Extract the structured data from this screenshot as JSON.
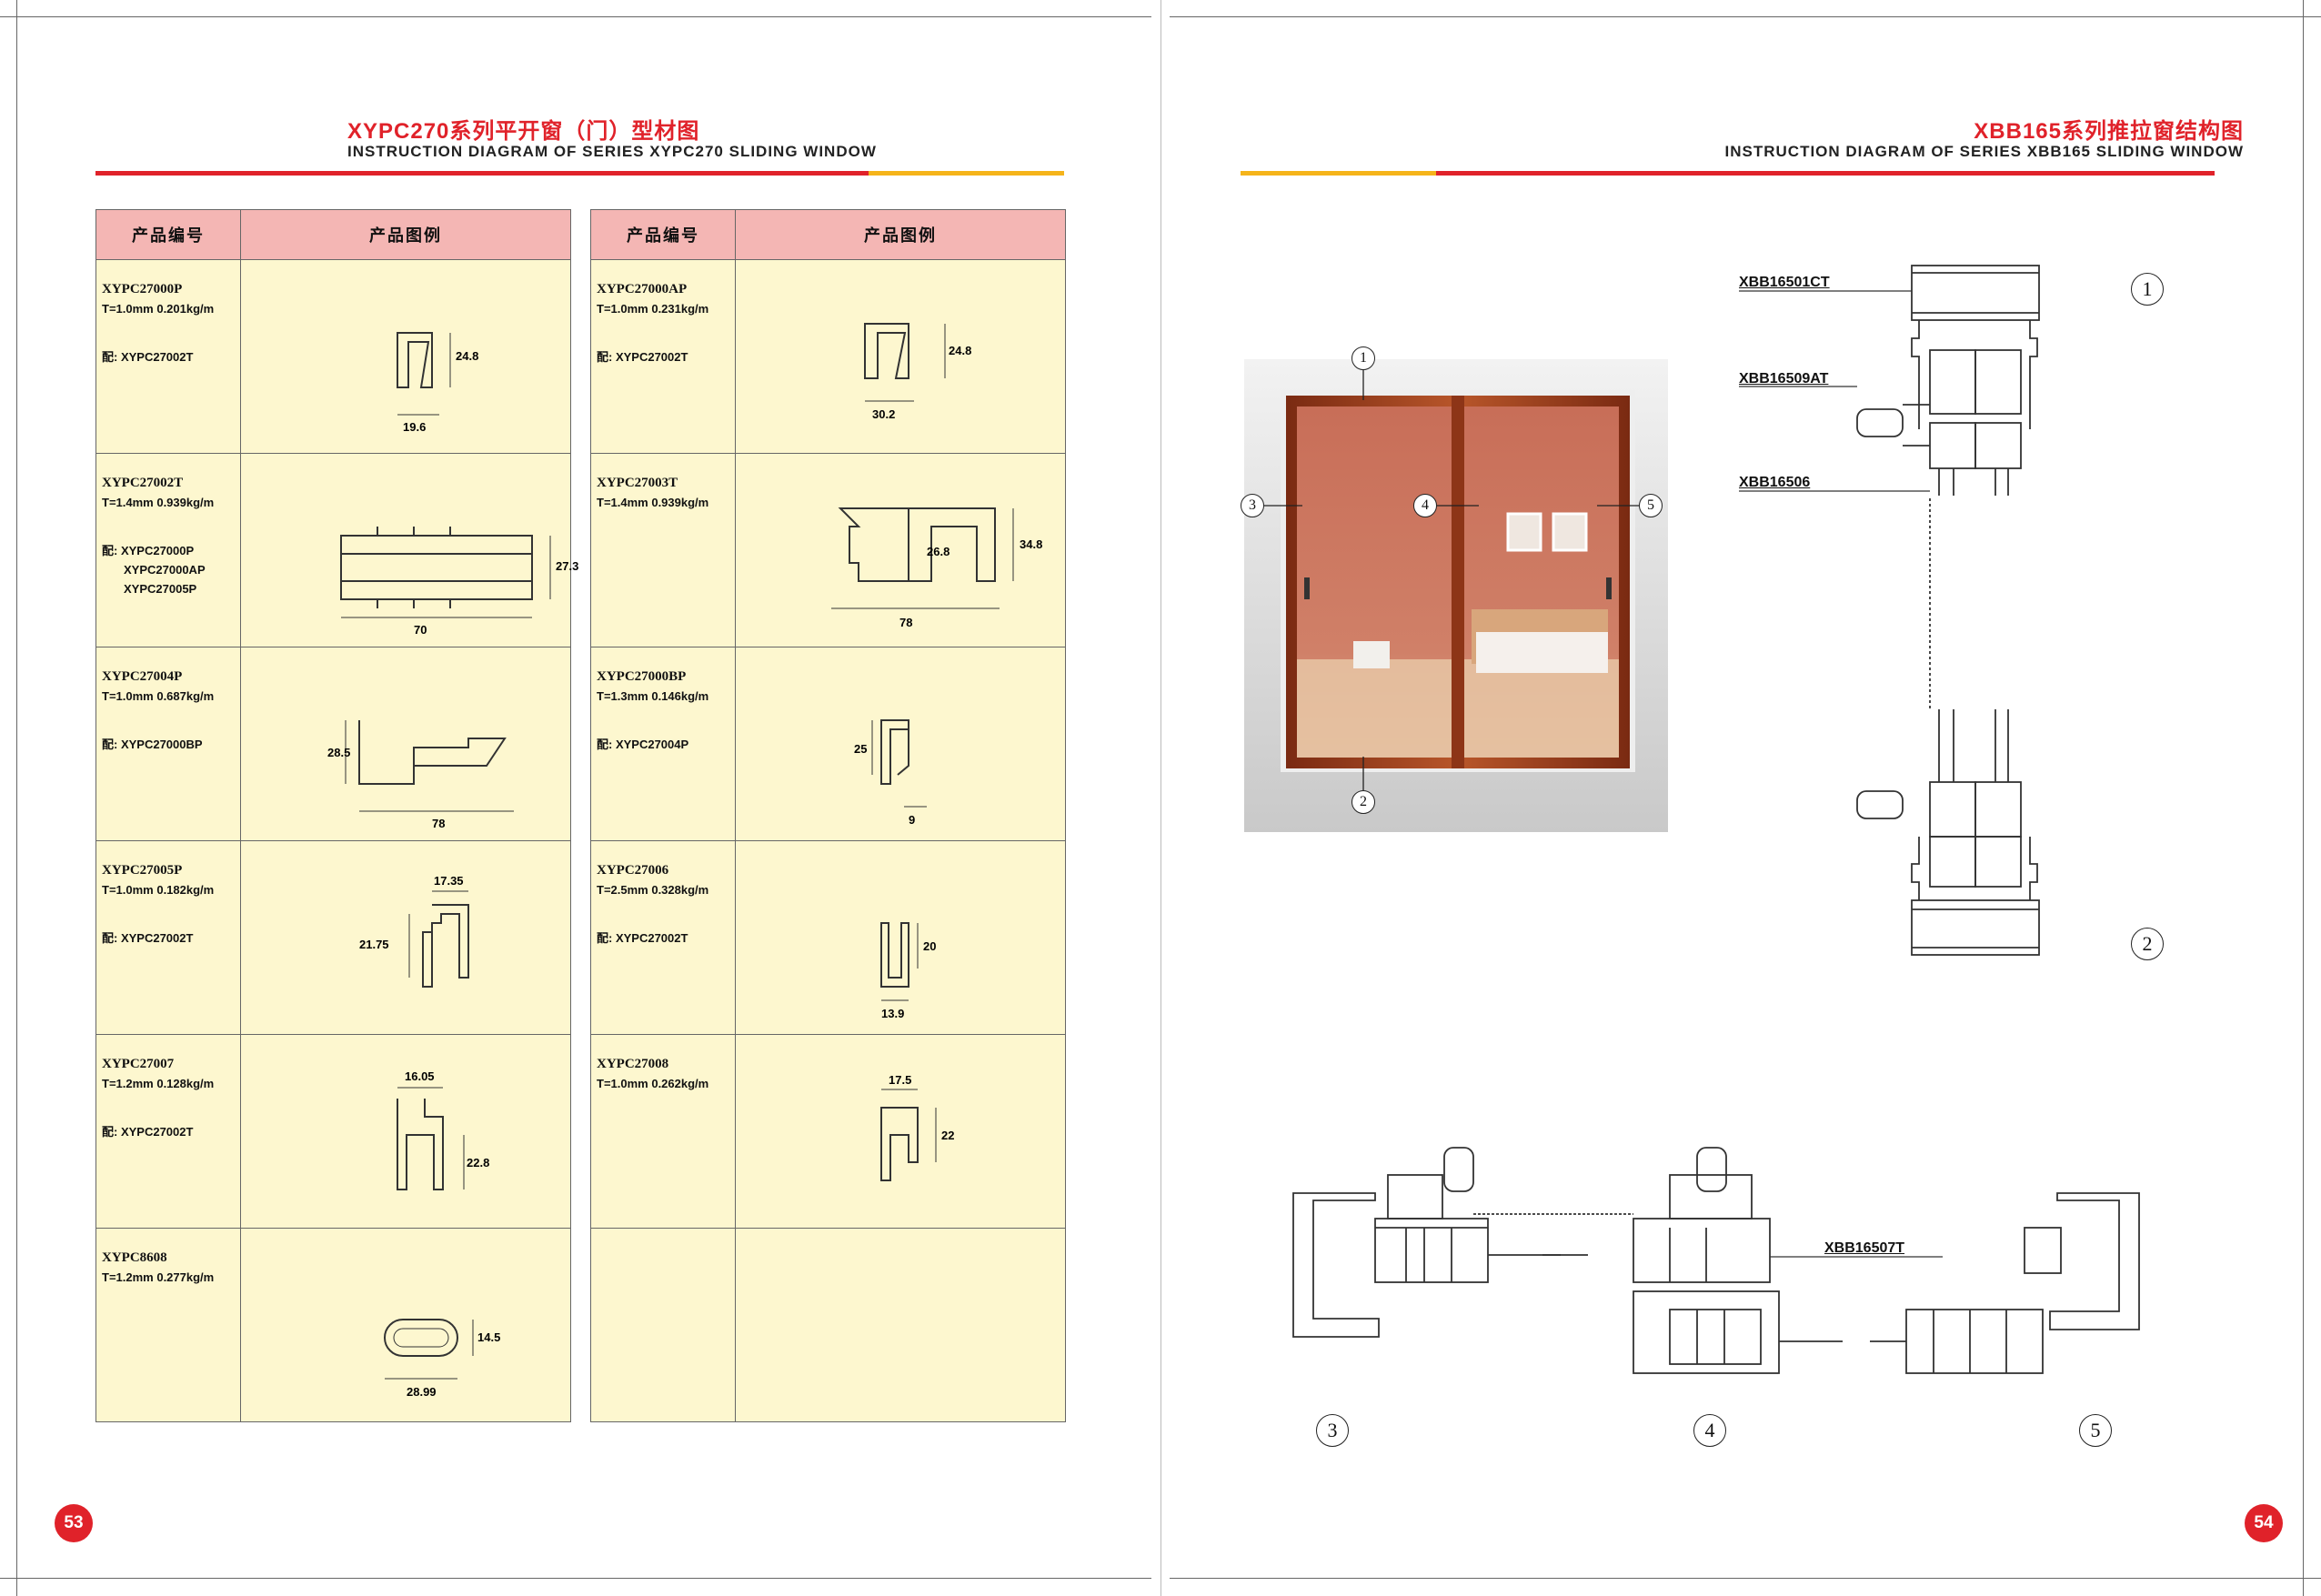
{
  "left_page": {
    "title_cn": "XYPC270系列平开窗（门）型材图",
    "title_en": "INSTRUCTION DIAGRAM OF SERIES XYPC270 SLIDING WINDOW",
    "page_number": "53",
    "accent_red": "#e0222a",
    "accent_yellow": "#f5b41a",
    "header_bg": "#f4b6b4",
    "cell_bg": "#fdf7cf",
    "table_headers": [
      "产品编号",
      "产品图例"
    ],
    "tables": [
      {
        "rows": [
          {
            "code": "XYPC27000P",
            "spec": "T=1.0mm  0.201kg/m",
            "match": [
              "配: XYPC27002T"
            ],
            "dims": [
              "24.8",
              "19.6"
            ]
          },
          {
            "code": "XYPC27002T",
            "spec": "T=1.4mm  0.939kg/m",
            "match": [
              "配: XYPC27000P",
              "XYPC27000AP",
              "XYPC27005P"
            ],
            "dims": [
              "27.3",
              "70"
            ]
          },
          {
            "code": "XYPC27004P",
            "spec": "T=1.0mm  0.687kg/m",
            "match": [
              "配: XYPC27000BP"
            ],
            "dims": [
              "28.5",
              "78"
            ]
          },
          {
            "code": "XYPC27005P",
            "spec": "T=1.0mm  0.182kg/m",
            "match": [
              "配: XYPC27002T"
            ],
            "dims": [
              "17.35",
              "21.75"
            ]
          },
          {
            "code": "XYPC27007",
            "spec": "T=1.2mm  0.128kg/m",
            "match": [
              "配: XYPC27002T"
            ],
            "dims": [
              "16.05",
              "22.8"
            ]
          },
          {
            "code": "XYPC8608",
            "spec": "T=1.2mm  0.277kg/m",
            "match": [],
            "dims": [
              "14.5",
              "28.99"
            ]
          }
        ]
      },
      {
        "rows": [
          {
            "code": "XYPC27000AP",
            "spec": "T=1.0mm  0.231kg/m",
            "match": [
              "配: XYPC27002T"
            ],
            "dims": [
              "24.8",
              "30.2"
            ]
          },
          {
            "code": "XYPC27003T",
            "spec": "T=1.4mm  0.939kg/m",
            "match": [],
            "dims": [
              "26.8",
              "34.8",
              "78"
            ]
          },
          {
            "code": "XYPC27000BP",
            "spec": "T=1.3mm  0.146kg/m",
            "match": [
              "配: XYPC27004P"
            ],
            "dims": [
              "25",
              "9"
            ]
          },
          {
            "code": "XYPC27006",
            "spec": "T=2.5mm  0.328kg/m",
            "match": [
              "配: XYPC27002T"
            ],
            "dims": [
              "20",
              "13.9"
            ]
          },
          {
            "code": "XYPC27008",
            "spec": "T=1.0mm  0.262kg/m",
            "match": [],
            "dims": [
              "17.5",
              "22"
            ]
          },
          {
            "code": "",
            "spec": "",
            "match": [],
            "dims": []
          }
        ]
      }
    ]
  },
  "right_page": {
    "title_cn": "XBB165系列推拉窗结构图",
    "title_en": "INSTRUCTION DIAGRAM OF SERIES XBB165 SLIDING WINDOW",
    "page_number": "54",
    "photo_markers": [
      "1",
      "2",
      "3",
      "4",
      "5"
    ],
    "profile_labels": {
      "top_frame": "XBB16501CT",
      "sash": "XBB16509AT",
      "bottom_frame": "XBB16506",
      "interlock": "XBB16507T"
    },
    "section_markers": {
      "vertical_top": "1",
      "vertical_bottom": "2",
      "horizontal": [
        "3",
        "4",
        "5"
      ]
    }
  }
}
